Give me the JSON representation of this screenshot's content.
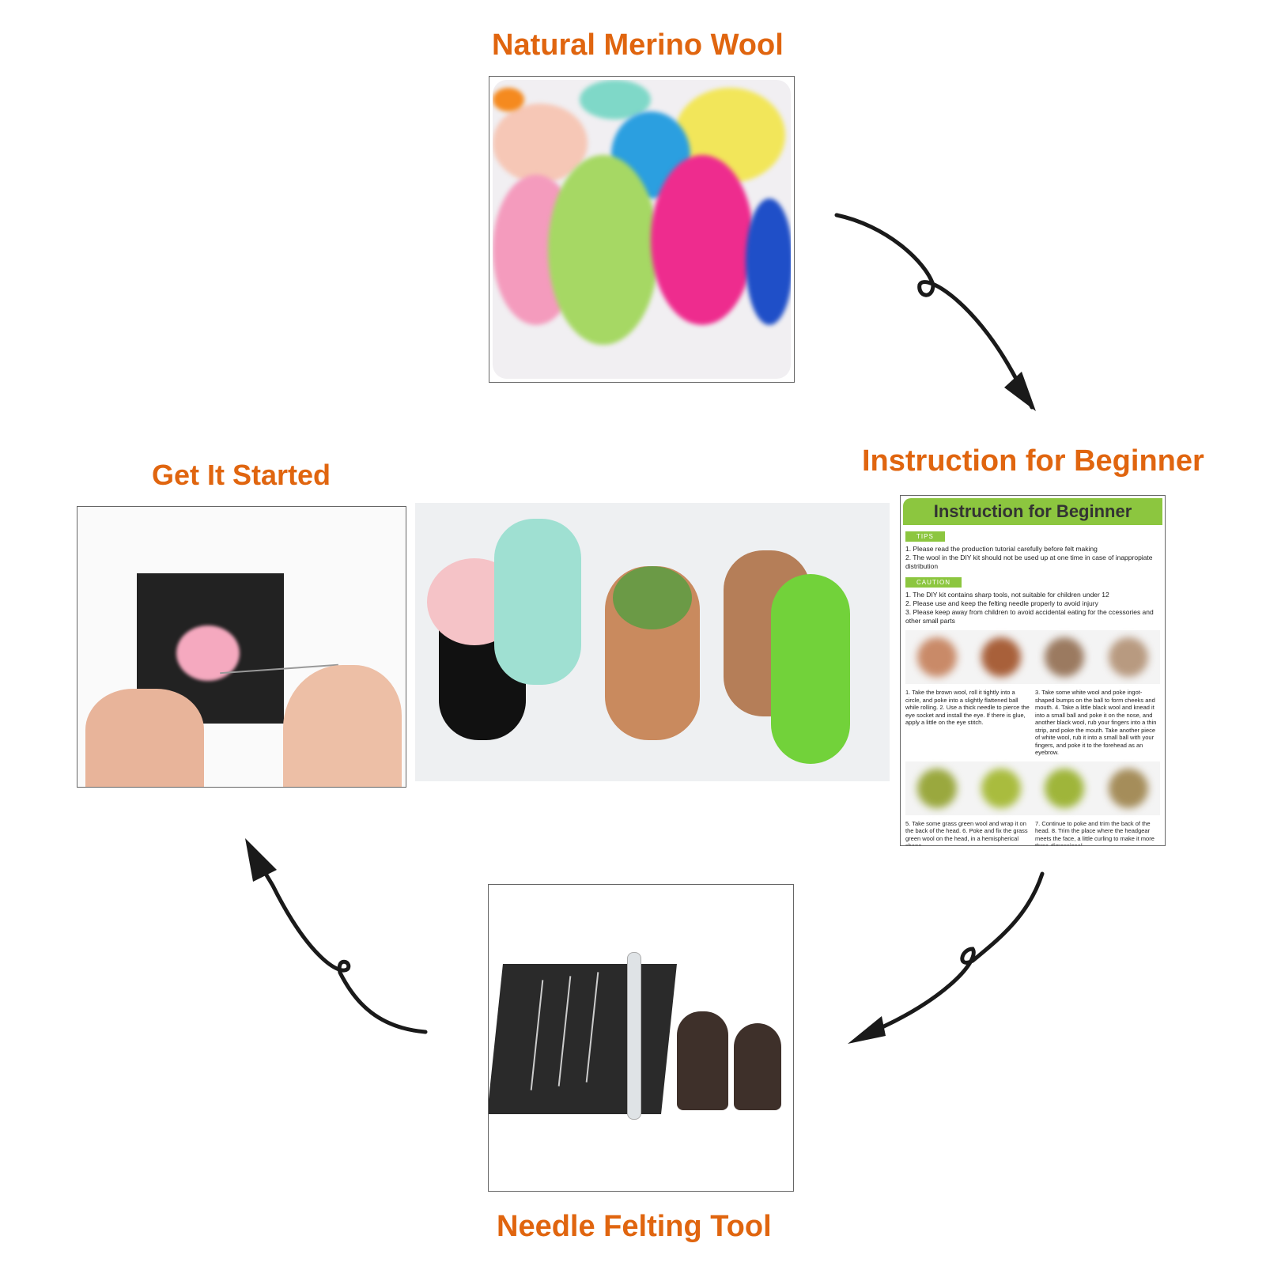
{
  "titles": {
    "top": "Natural Merino Wool",
    "right": "Instruction for Beginner",
    "left": "Get It Started",
    "bottom": "Needle Felting Tool"
  },
  "card": {
    "heading": "Instruction for Beginner",
    "tips_label": "TIPS",
    "tips": [
      "1. Please read the production tutorial carefully before felt making",
      "2. The wool in the DIY kit should not be used up at one time in case of inappropiate distribution"
    ],
    "caution_label": "CAUTION",
    "caution": [
      "1. The DIY kit contains sharp tools, not suitable for children under 12",
      "2. Please use and keep the felting needle properly to avoid injury",
      "3. Please keep away from children to avoid accidental eating for the ccessories and other small parts"
    ],
    "steps_a_left": "1. Take the brown wool, roll it tightly into a circle, and poke into a slightly flattened ball while rolling. 2. Use a thick needle to pierce the eye socket and install the eye. If there is glue, apply a little on the eye stitch.",
    "steps_a_right": "3. Take some white wool and poke ingot-shaped bumps on the ball to form cheeks and mouth. 4. Take a little black wool and knead it into a small ball and poke it on the nose, and another black wool, rub your fingers into a thin strip, and poke the mouth. Take another piece of white wool, rub it into a small ball with your fingers, and poke it to the forehead as an eyebrow.",
    "steps_b_left": "5. Take some grass green wool and wrap it on the back of the head. 6. Poke and fix the grass green wool on the head, in a hemispherical shape.",
    "steps_b_right": "7. Continue to poke and trim the back of the head. 8. Trim the place where the headgear meets the face, a little curling to make it more three-dimensional."
  },
  "colors": {
    "title": "#e0650f",
    "card_green": "#8cc63f"
  }
}
